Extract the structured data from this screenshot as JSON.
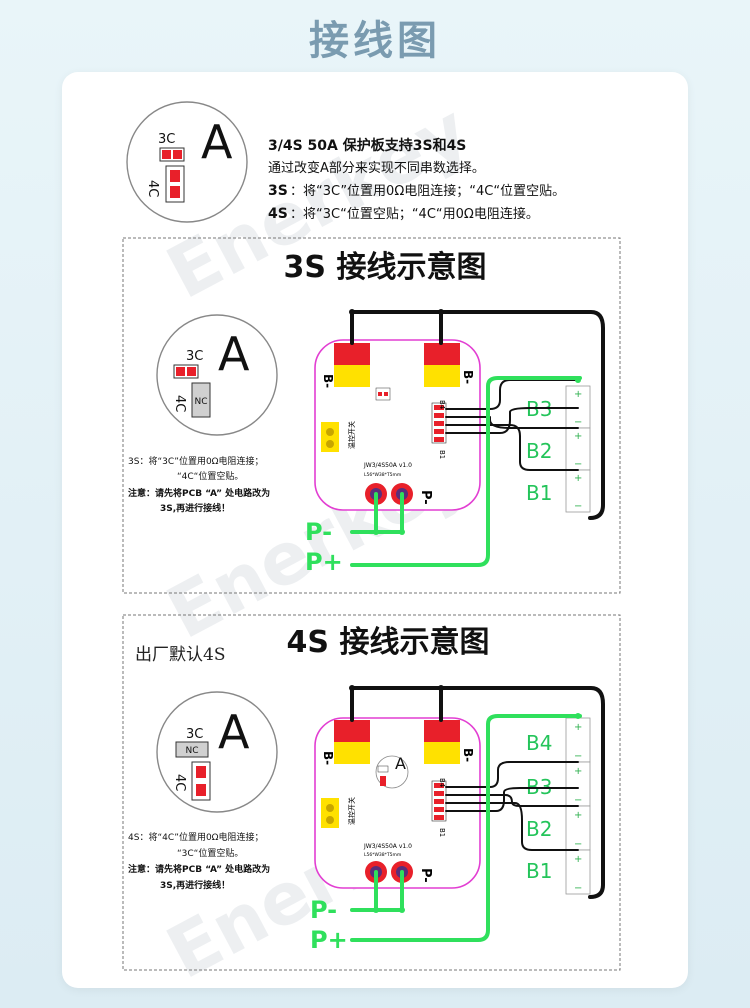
{
  "page_title": "接线图",
  "watermark": "Enerkey",
  "intro": {
    "circle_big_label": "A",
    "label_3c": "3C",
    "label_4c": "4C",
    "heading": "3/4S 50A 保护板支持3S和4S",
    "line1": "通过改变A部分来实现不同串数选择。",
    "line2_prefix": "3S",
    "line2_text": "：将“3C”位置用0Ω电阻连接；“4C“位置空贴。",
    "line3_prefix": "4S",
    "line3_text": "：将“3C“位置空贴；“4C“用0Ω电阻连接。"
  },
  "section_3s": {
    "title": "3S 接线示意图",
    "circle_big_label": "A",
    "label_3c": "3C",
    "label_4c": "4C",
    "nc_label": "NC",
    "note_line1": "3S：将“3C”位置用0Ω电阻连接；",
    "note_line2": "“4C“位置空贴。",
    "note_line3": "注意：请先将PCB “A” 处电路改为",
    "note_line4": "3S,再进行接线！",
    "b_minus_left": "B-",
    "b_minus_right": "B-",
    "p_minus_board": "P-",
    "board_model": "JW3/4S50A v1.0",
    "board_size": "L56*W38*T5mm",
    "switch_label": "温控开关",
    "b4_label": "B4",
    "b1_label": "B1",
    "p_minus": "P-",
    "p_plus": "P+",
    "batteries": [
      "B3",
      "B2",
      "B1"
    ]
  },
  "section_4s": {
    "title": "4S 接线示意图",
    "default_note": "出厂默认4S",
    "circle_big_label": "A",
    "label_3c": "3C",
    "label_4c": "4C",
    "nc_label": "NC",
    "note_line1": "4S：将“4C”位置用0Ω电阻连接；",
    "note_line2": "“3C“位置空贴。",
    "note_line3": "注意：请先将PCB “A” 处电路改为",
    "note_line4": "3S,再进行接线！",
    "b_minus_left": "B-",
    "b_minus_right": "B-",
    "p_minus_board": "P-",
    "board_model": "JW3/4S50A v1.0",
    "board_size": "L56*W38*T5mm",
    "switch_label": "温控开关",
    "b4_label": "B4",
    "b1_label": "B1",
    "p_minus": "P-",
    "p_plus": "P+",
    "batteries": [
      "B4",
      "B3",
      "B2",
      "B1"
    ]
  },
  "colors": {
    "wire_green": "#2fe05c",
    "pad_red": "#e8202a",
    "pad_yellow": "#ffe100",
    "board_outline": "#e23ed2",
    "battery_text": "#24c45a"
  }
}
